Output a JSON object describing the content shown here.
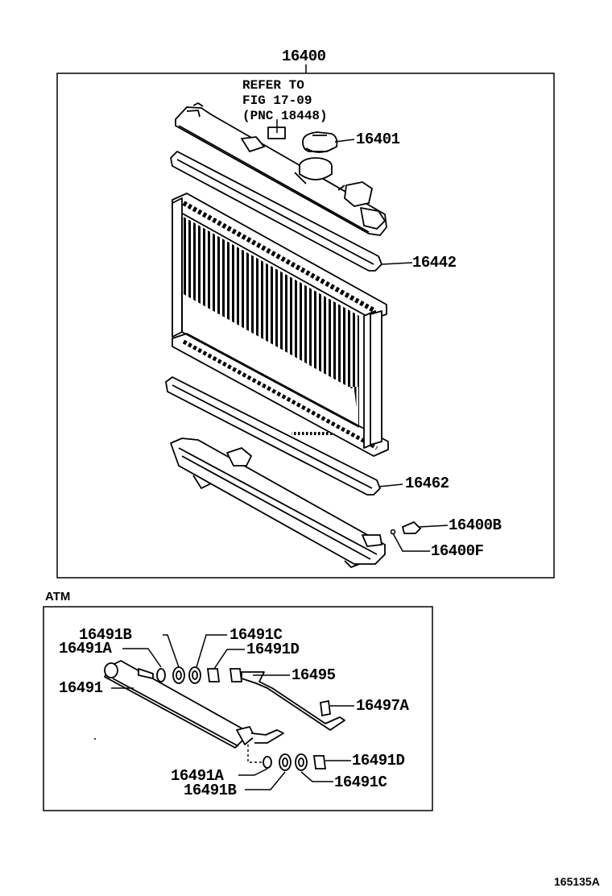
{
  "main": {
    "assembly_number": "16400",
    "note": {
      "line1": "REFER TO",
      "line2": "FIG 17-09",
      "line3": "(PNC 18448)"
    },
    "parts": {
      "cap": "16401",
      "upper_gasket": "16442",
      "lower_gasket": "16462",
      "drain_cock": "16400B",
      "drain_plug": "16400F"
    }
  },
  "atm": {
    "section_label": "ATM",
    "parts": {
      "oil_cooler": "16491",
      "washer_a_left": "16491A",
      "washer_b_left": "16491B",
      "washer_c_top": "16491C",
      "washer_d_top": "16491D",
      "pipe": "16495",
      "clamp": "16497A",
      "washer_d_right": "16491D",
      "washer_a_bottom": "16491A",
      "washer_c_bottom": "16491C",
      "washer_b_bottom": "16491B"
    }
  },
  "figure_id": "165135A"
}
